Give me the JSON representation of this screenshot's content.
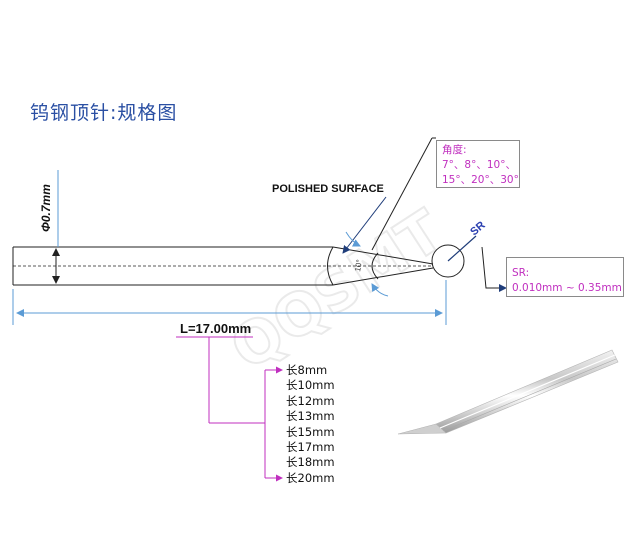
{
  "title": "钨钢顶针:规格图",
  "labels": {
    "diameter": "Φ0.7mm",
    "polished_surface": "POLISHED SURFACE",
    "sr_marker": "SR",
    "length": "L=17.00mm",
    "tip_angle": "10°"
  },
  "angle_box": {
    "heading": "角度:",
    "line1": "7°、8°、10°、",
    "line2": "15°、20°、30°"
  },
  "sr_box": {
    "heading": "SR:",
    "range": "0.010mm ~ 0.35mm"
  },
  "lengths": [
    "长8mm",
    "长10mm",
    "长12mm",
    "长13mm",
    "长15mm",
    "长17mm",
    "长18mm",
    "长20mm"
  ],
  "watermark": "QQSMT",
  "colors": {
    "title": "#2a4fa3",
    "dimension_line": "#5b9bd5",
    "callout": "#c02fbf",
    "outline": "#222222"
  }
}
